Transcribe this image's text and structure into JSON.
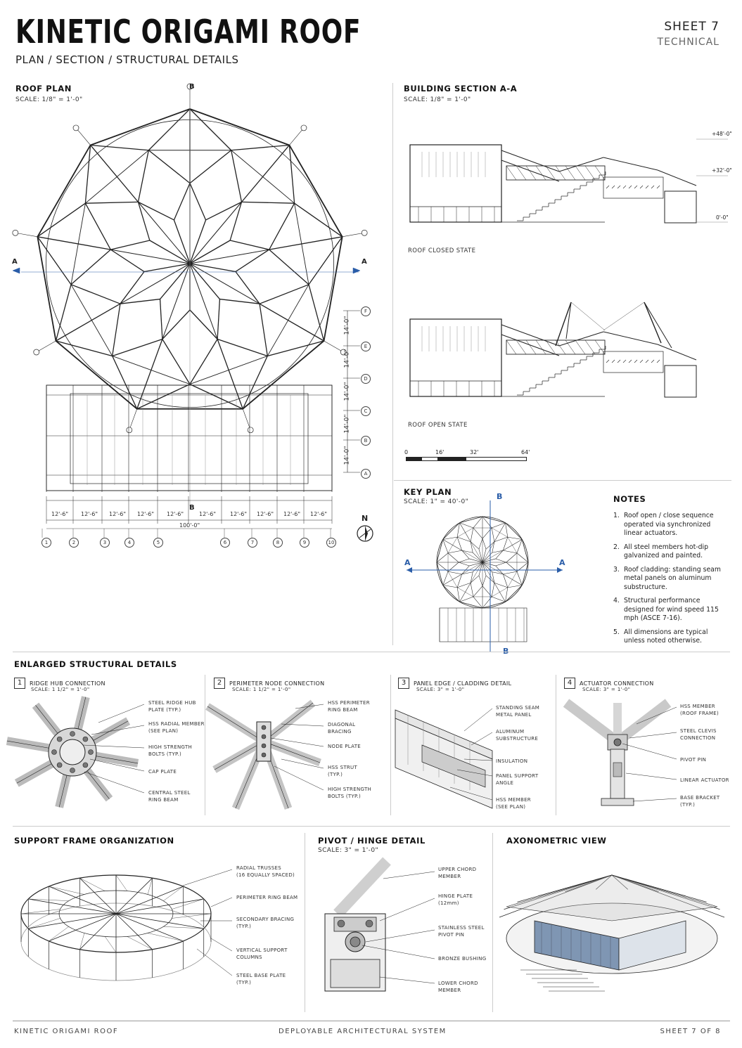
{
  "header": {
    "title": "KINETIC ORIGAMI ROOF",
    "subtitle": "PLAN / SECTION / STRUCTURAL DETAILS",
    "sheet": "SHEET 7",
    "sheet_type": "TECHNICAL"
  },
  "roof_plan": {
    "title": "ROOF PLAN",
    "scale": "SCALE: 1/8\" = 1'-0\"",
    "section_mark_a": "A",
    "section_mark_b": "B",
    "row_dims": [
      "14'-0\"",
      "14'-0\"",
      "14'-0\"",
      "14'-0\"",
      "14'-0\""
    ],
    "row_grids": [
      "F",
      "E",
      "D",
      "C",
      "B",
      "A"
    ],
    "col_dims": [
      "12'-6\"",
      "12'-6\"",
      "12'-6\"",
      "12'-6\"",
      "12'-6\"",
      "12'-6\"",
      "12'-6\"",
      "12'-6\"",
      "12'-6\"",
      "12'-6\""
    ],
    "total_dim": "100'-0\"",
    "col_grids": [
      "1",
      "2",
      "3",
      "4",
      "5",
      "6",
      "7",
      "8",
      "9",
      "10"
    ],
    "north": "N"
  },
  "section": {
    "title": "BUILDING SECTION A-A",
    "scale": "SCALE: 1/8\" = 1'-0\"",
    "closed_label": "ROOF CLOSED STATE",
    "open_label": "ROOF OPEN STATE",
    "levels": [
      "+48'-0\"",
      "+32'-0\"",
      "0'-0\""
    ],
    "scale_bar": [
      "0",
      "16'",
      "32'",
      "64'"
    ]
  },
  "key_plan": {
    "title": "KEY PLAN",
    "scale": "SCALE: 1\" = 40'-0\"",
    "mark_a": "A",
    "mark_b": "B"
  },
  "notes": {
    "title": "NOTES",
    "items": [
      {
        "n": "1.",
        "text": "Roof open / close sequence operated via synchronized linear actuators."
      },
      {
        "n": "2.",
        "text": "All steel members hot-dip galvanized and painted."
      },
      {
        "n": "3.",
        "text": "Roof cladding: standing seam metal panels on aluminum substructure."
      },
      {
        "n": "4.",
        "text": "Structural performance designed for wind speed 115 mph (ASCE 7-16)."
      },
      {
        "n": "5.",
        "text": "All dimensions are typical unless noted otherwise."
      }
    ]
  },
  "details": {
    "title": "ENLARGED STRUCTURAL DETAILS",
    "items": [
      {
        "n": "1",
        "title": "RIDGE HUB CONNECTION",
        "scale": "SCALE: 1 1/2\" = 1'-0\"",
        "labels": [
          "STEEL RIDGE HUB\nPLATE (TYP.)",
          "HSS RADIAL MEMBER\n(SEE PLAN)",
          "HIGH STRENGTH\nBOLTS (TYP.)",
          "CAP PLATE",
          "CENTRAL STEEL\nRING BEAM"
        ]
      },
      {
        "n": "2",
        "title": "PERIMETER NODE CONNECTION",
        "scale": "SCALE: 1 1/2\" = 1'-0\"",
        "labels": [
          "HSS PERIMETER\nRING BEAM",
          "DIAGONAL\nBRACING",
          "NODE PLATE",
          "HSS STRUT\n(TYP.)",
          "HIGH STRENGTH\nBOLTS (TYP.)"
        ]
      },
      {
        "n": "3",
        "title": "PANEL EDGE / CLADDING DETAIL",
        "scale": "SCALE: 3\" = 1'-0\"",
        "labels": [
          "STANDING SEAM\nMETAL PANEL",
          "ALUMINUM\nSUBSTRUCTURE",
          "INSULATION",
          "PANEL SUPPORT\nANGLE",
          "HSS MEMBER\n(SEE PLAN)"
        ]
      },
      {
        "n": "4",
        "title": "ACTUATOR CONNECTION",
        "scale": "SCALE: 3\" = 1'-0\"",
        "labels": [
          "HSS MEMBER\n(ROOF FRAME)",
          "STEEL CLEVIS\nCONNECTION",
          "PIVOT PIN",
          "LINEAR ACTUATOR",
          "BASE BRACKET\n(TYP.)"
        ]
      }
    ]
  },
  "support_frame": {
    "title": "SUPPORT FRAME ORGANIZATION",
    "labels": [
      "RADIAL TRUSSES\n(16 EQUALLY SPACED)",
      "PERIMETER RING BEAM",
      "SECONDARY BRACING\n(TYP.)",
      "VERTICAL SUPPORT\nCOLUMNS",
      "STEEL BASE PLATE\n(TYP.)"
    ]
  },
  "pivot": {
    "title": "PIVOT / HINGE DETAIL",
    "scale": "SCALE: 3\" = 1'-0\"",
    "labels": [
      "UPPER CHORD\nMEMBER",
      "HINGE PLATE\n(12mm)",
      "STAINLESS STEEL\nPIVOT PIN",
      "BRONZE BUSHING",
      "LOWER CHORD\nMEMBER"
    ]
  },
  "axon": {
    "title": "AXONOMETRIC VIEW"
  },
  "footer": {
    "left": "KINETIC ORIGAMI ROOF",
    "center": "DEPLOYABLE ARCHITECTURAL SYSTEM",
    "right": "SHEET 7 OF 8"
  },
  "colors": {
    "ink": "#222222",
    "accent": "#2a5da8",
    "glass": "#7f96b3"
  }
}
